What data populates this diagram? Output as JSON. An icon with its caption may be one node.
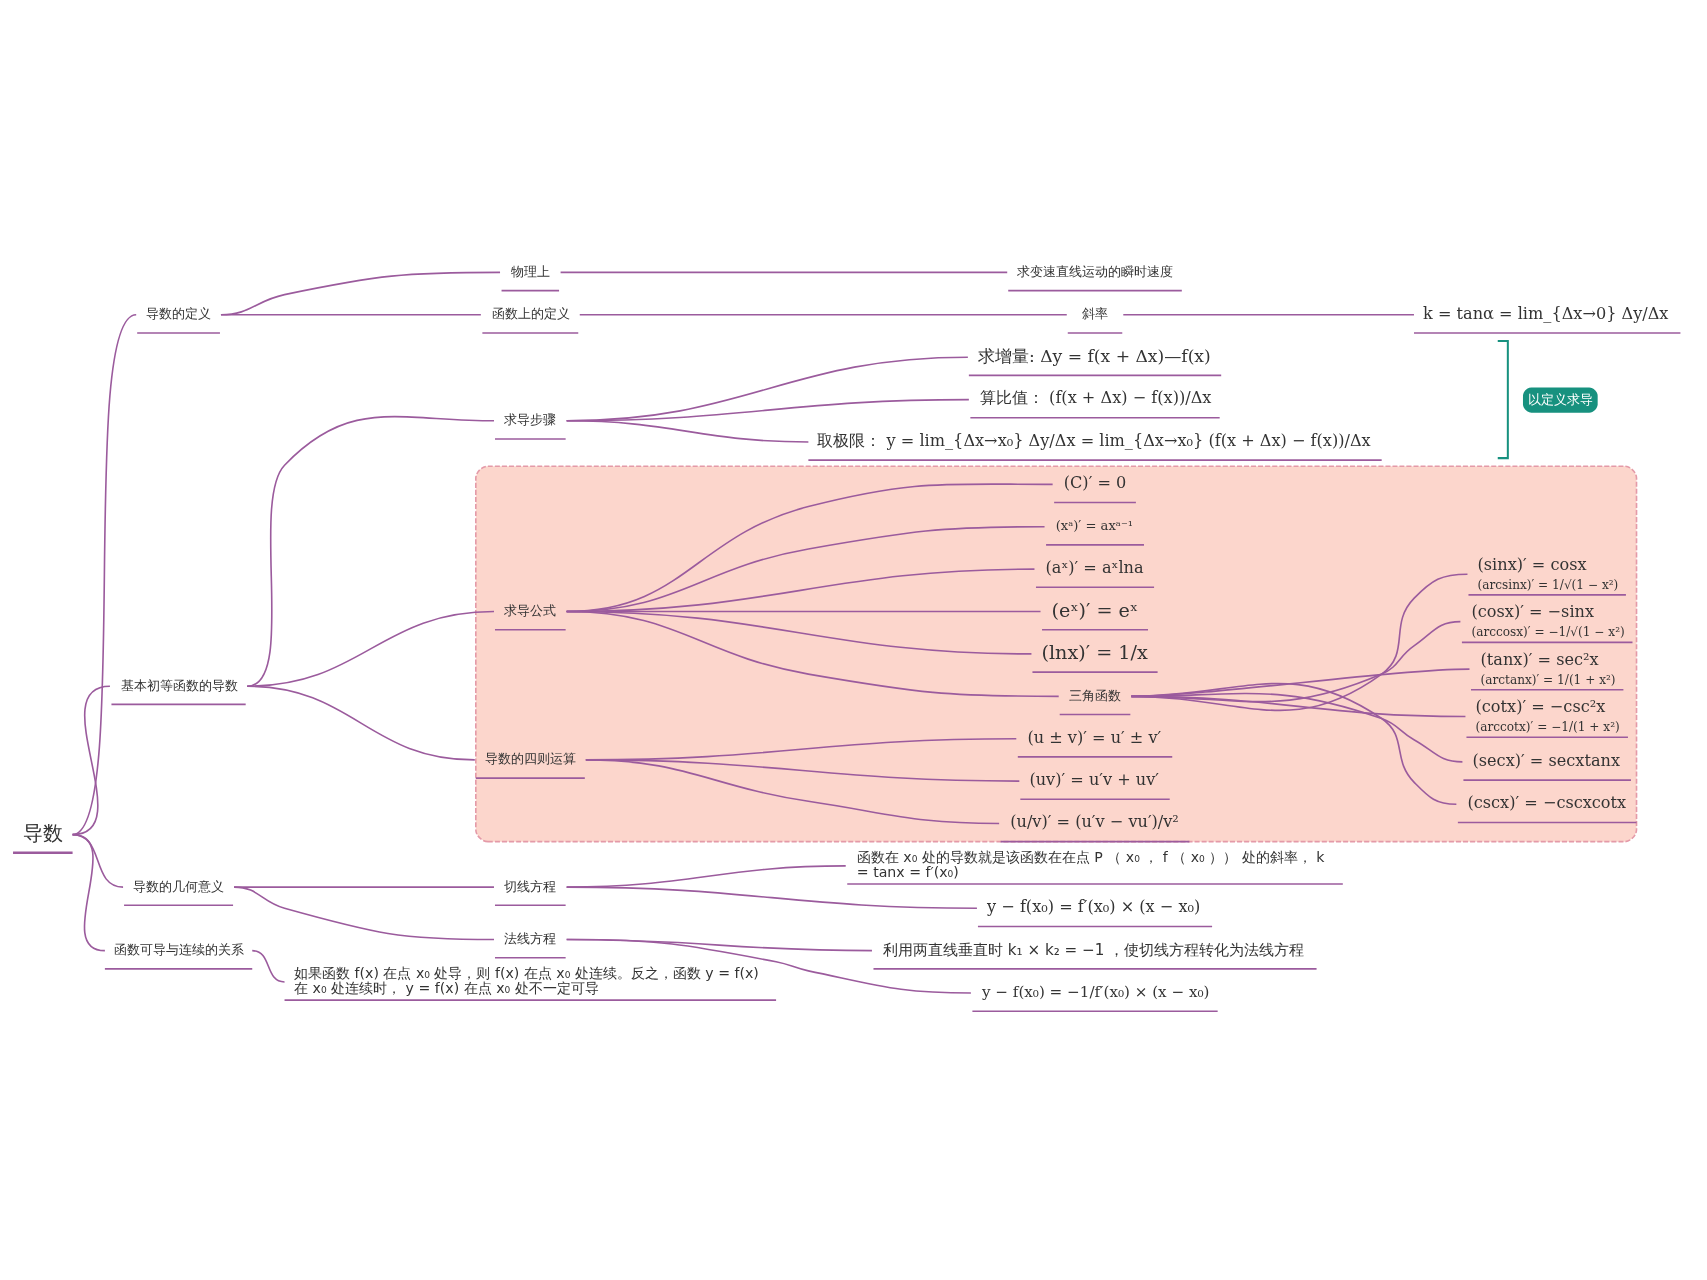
{
  "diagram": {
    "nodes": [
      {
        "text": [
          "导数"
        ]
      },
      {
        "text": [
          "导数的定义"
        ]
      },
      {
        "text": [
          "物理上"
        ]
      },
      {
        "text": [
          "求变速直线运动的瞬时速度"
        ]
      },
      {
        "text": [
          "函数上的定义"
        ]
      },
      {
        "text": [
          "斜率"
        ]
      },
      {
        "text": [
          "k = tanα = lim_{Δx→0} Δy/Δx"
        ]
      },
      {
        "text": [
          "基本初等函数的导数"
        ]
      },
      {
        "text": [
          "求导步骤"
        ]
      },
      {
        "text": [
          "求增量: Δy = f(x + Δx)—f(x)"
        ]
      },
      {
        "text": [
          "算比值： (f(x + Δx) − f(x))/Δx"
        ]
      },
      {
        "text": [
          "取极限： y = lim_{Δx→x₀} Δy/Δx = lim_{Δx→x₀} (f(x + Δx) − f(x))/Δx"
        ]
      },
      {
        "text": [
          "以定义求导"
        ]
      },
      {
        "text": [],
        "shape": "box"
      },
      {
        "text": [
          "求导公式"
        ],
        "in": 13
      },
      {
        "text": [
          "(C)′ = 0"
        ],
        "in": 13
      },
      {
        "text": [
          "(xᵃ)′ = axᵃ⁻¹"
        ],
        "in": 13
      },
      {
        "text": [
          "(aˣ)′ = aˣlna"
        ],
        "in": 13
      },
      {
        "text": [
          "(eˣ)′ = eˣ"
        ],
        "in": 13
      },
      {
        "text": [
          "(lnx)′ = 1/x"
        ],
        "in": 13
      },
      {
        "text": [
          "三角函数"
        ],
        "in": 13
      },
      {
        "text": [
          "(sinx)′ = cosx",
          "(arcsinx)′ = 1/√(1 − x²)"
        ],
        "in": 13
      },
      {
        "text": [
          "(cosx)′ = −sinx",
          "(arccosx)′ = −1/√(1 − x²)"
        ],
        "in": 13
      },
      {
        "text": [
          "(tanx)′ = sec²x",
          "(arctanx)′ = 1/(1 + x²)"
        ],
        "in": 13
      },
      {
        "text": [
          "(cotx)′ = −csc²x",
          "(arccotx)′ = −1/(1 + x²)"
        ],
        "in": 13
      },
      {
        "text": [
          "(secx)′ = secxtanx"
        ],
        "in": 13
      },
      {
        "text": [
          "(cscx)′ = −cscxcotx"
        ],
        "in": 13
      },
      {
        "text": [
          "导数的四则运算"
        ],
        "in": 13
      },
      {
        "text": [
          "(u ± v)′ = u′ ± v′"
        ],
        "in": 13
      },
      {
        "text": [
          "(uv)′ = u′v + uv′"
        ],
        "in": 13
      },
      {
        "text": [
          "(u/v)′ = (u′v − vu′)/v²"
        ],
        "in": 13
      },
      {
        "text": [
          "导数的几何意义"
        ]
      },
      {
        "text": [
          "切线方程"
        ]
      },
      {
        "text": [
          "函数在 x₀ 处的导数就是该函数在在点 P （ x₀ ， f （ x₀ ）） 处的斜率， k = tanx = f′(x₀)"
        ]
      },
      {
        "text": [
          "y − f(x₀) = f′(x₀) × (x − x₀)"
        ]
      },
      {
        "text": [
          "法线方程"
        ]
      },
      {
        "text": [
          "利用两直线垂直时 k₁ × k₂ = −1 ，使切线方程转化为法线方程"
        ]
      },
      {
        "text": [
          "y − f(x₀) = −1/f′(x₀) × (x − x₀)"
        ]
      },
      {
        "text": [
          "函数可导与连续的关系"
        ]
      },
      {
        "text": [
          "如果函数 f(x) 在点 x₀ 处导，则 f(x) 在点 x₀ 处连续。反之，函数 y = f(x) 在 x₀ 处连续时， y = f(x) 在点 x₀ 处不一定可导"
        ]
      }
    ],
    "edges": [
      {
        "from": 0,
        "to": 1,
        "arrow": "none"
      },
      {
        "from": 1,
        "to": 2,
        "arrow": "none"
      },
      {
        "from": 2,
        "to": 3,
        "arrow": "none"
      },
      {
        "from": 1,
        "to": 4,
        "arrow": "none"
      },
      {
        "from": 4,
        "to": 5,
        "arrow": "none"
      },
      {
        "from": 5,
        "to": 6,
        "arrow": "none"
      },
      {
        "from": 0,
        "to": 7,
        "arrow": "none"
      },
      {
        "from": 7,
        "to": 8,
        "arrow": "none"
      },
      {
        "from": 8,
        "to": 9,
        "arrow": "none"
      },
      {
        "from": 8,
        "to": 10,
        "arrow": "none"
      },
      {
        "from": 8,
        "to": 11,
        "arrow": "none"
      },
      {
        "from": 7,
        "to": 14,
        "arrow": "none"
      },
      {
        "from": 14,
        "to": 15,
        "arrow": "none"
      },
      {
        "from": 14,
        "to": 16,
        "arrow": "none"
      },
      {
        "from": 14,
        "to": 17,
        "arrow": "none"
      },
      {
        "from": 14,
        "to": 18,
        "arrow": "none"
      },
      {
        "from": 14,
        "to": 19,
        "arrow": "none"
      },
      {
        "from": 14,
        "to": 20,
        "arrow": "none"
      },
      {
        "from": 20,
        "to": 21,
        "arrow": "none"
      },
      {
        "from": 20,
        "to": 22,
        "arrow": "none"
      },
      {
        "from": 20,
        "to": 23,
        "arrow": "none"
      },
      {
        "from": 20,
        "to": 24,
        "arrow": "none"
      },
      {
        "from": 20,
        "to": 25,
        "arrow": "none"
      },
      {
        "from": 20,
        "to": 26,
        "arrow": "none"
      },
      {
        "from": 7,
        "to": 27,
        "arrow": "none"
      },
      {
        "from": 27,
        "to": 28,
        "arrow": "none"
      },
      {
        "from": 27,
        "to": 29,
        "arrow": "none"
      },
      {
        "from": 27,
        "to": 30,
        "arrow": "none"
      },
      {
        "from": 0,
        "to": 31,
        "arrow": "none"
      },
      {
        "from": 31,
        "to": 32,
        "arrow": "none"
      },
      {
        "from": 32,
        "to": 33,
        "arrow": "none"
      },
      {
        "from": 32,
        "to": 34,
        "arrow": "none"
      },
      {
        "from": 31,
        "to": 35,
        "arrow": "none"
      },
      {
        "from": 35,
        "to": 36,
        "arrow": "none"
      },
      {
        "from": 35,
        "to": 37,
        "arrow": "none"
      },
      {
        "from": 0,
        "to": 38,
        "arrow": "none"
      },
      {
        "from": 38,
        "to": 39,
        "arrow": "none"
      }
    ]
  }
}
